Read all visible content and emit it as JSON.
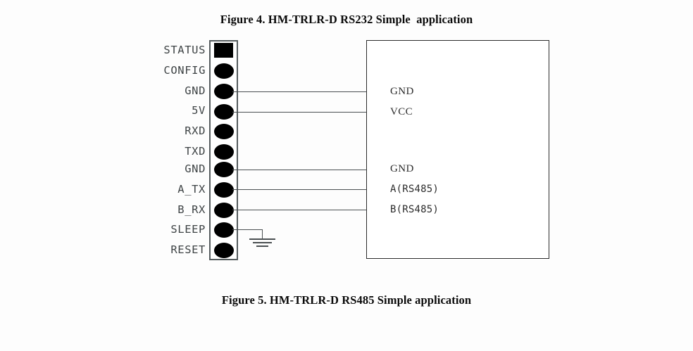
{
  "figure": {
    "caption_top": "Figure 4. HM-TRLR-D RS232 Simple  application",
    "caption_bottom": "Figure 5. HM-TRLR-D RS485 Simple application",
    "colors": {
      "background": "#fdfdfd",
      "pin_pad": "#000000",
      "connector_outline": "#555c5e",
      "module_outline": "#2b2b2b",
      "wire": "#4a4f51",
      "pin_label_text": "#3f4446",
      "module_label_text": "#2b2b2b",
      "caption_text": "#0a0a0a"
    }
  },
  "connector": {
    "name": "pin-header",
    "pins": [
      {
        "label": "STATUS",
        "pad_shape": "square",
        "connected": false
      },
      {
        "label": "CONFIG",
        "pad_shape": "round",
        "connected": false
      },
      {
        "label": "GND",
        "pad_shape": "round",
        "connected": true
      },
      {
        "label": "5V",
        "pad_shape": "round",
        "connected": true
      },
      {
        "label": "RXD",
        "pad_shape": "round",
        "connected": false
      },
      {
        "label": "TXD",
        "pad_shape": "round",
        "connected": false
      },
      {
        "label": "GND",
        "pad_shape": "round",
        "connected": true
      },
      {
        "label": "A_TX",
        "pad_shape": "round",
        "connected": true
      },
      {
        "label": "B_RX",
        "pad_shape": "round",
        "connected": true
      },
      {
        "label": "SLEEP",
        "pad_shape": "round",
        "connected": true
      },
      {
        "label": "RESET",
        "pad_shape": "round",
        "connected": false
      }
    ]
  },
  "module": {
    "name": "rs485-module",
    "labels": [
      {
        "text": "GND",
        "font": "serif"
      },
      {
        "text": "VCC",
        "font": "serif"
      },
      {
        "text": "GND",
        "font": "serif"
      },
      {
        "text": "A(RS485)",
        "font": "mono"
      },
      {
        "text": "B(RS485)",
        "font": "mono"
      }
    ]
  },
  "connections": [
    {
      "from": "GND",
      "to": "GND"
    },
    {
      "from": "5V",
      "to": "VCC"
    },
    {
      "from": "GND",
      "to": "GND"
    },
    {
      "from": "A_TX",
      "to": "A(RS485)"
    },
    {
      "from": "B_RX",
      "to": "B(RS485)"
    },
    {
      "from": "SLEEP",
      "to": "earth-ground"
    }
  ],
  "ground_symbol": {
    "name": "earth-ground-symbol",
    "bars": 3
  }
}
